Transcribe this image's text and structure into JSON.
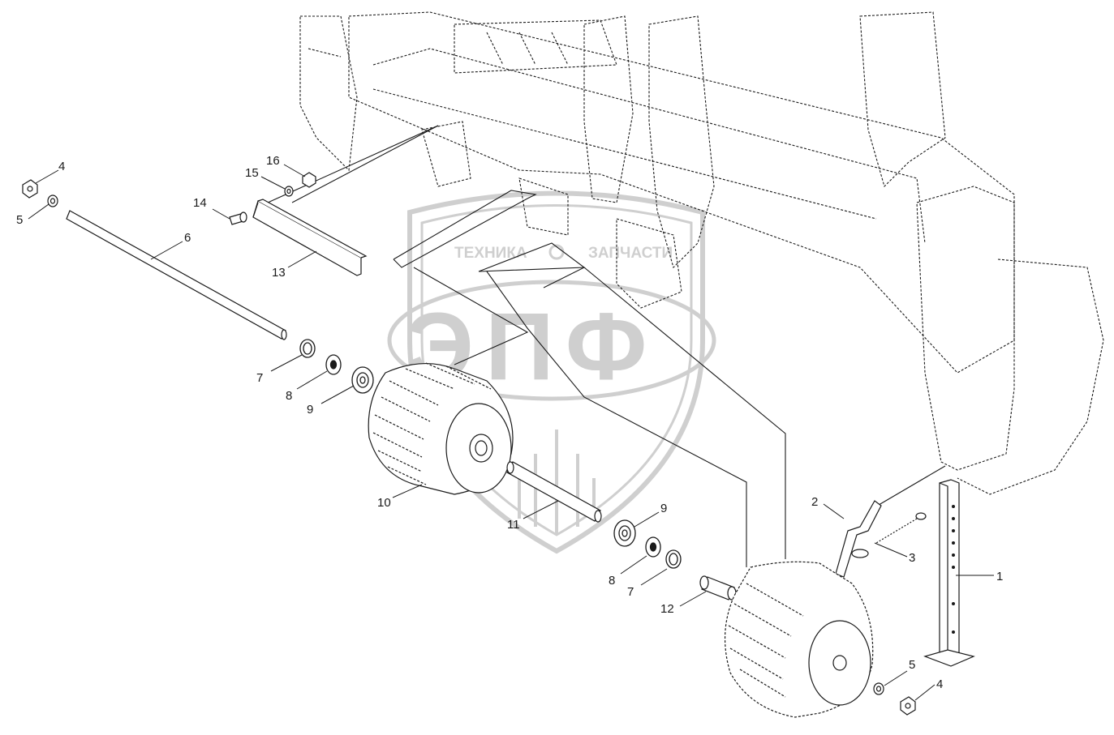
{
  "watermark": {
    "top_left_word": "ТЕХНИКА",
    "top_right_word": "ЗАПЧАСТИ",
    "big_letters": "ЭПФ"
  },
  "callouts": [
    {
      "id": "c1",
      "text": "1"
    },
    {
      "id": "c2",
      "text": "2"
    },
    {
      "id": "c3",
      "text": "3"
    },
    {
      "id": "c4a",
      "text": "4"
    },
    {
      "id": "c4b",
      "text": "4"
    },
    {
      "id": "c5a",
      "text": "5"
    },
    {
      "id": "c5b",
      "text": "5"
    },
    {
      "id": "c6",
      "text": "6"
    },
    {
      "id": "c7a",
      "text": "7"
    },
    {
      "id": "c7b",
      "text": "7"
    },
    {
      "id": "c8a",
      "text": "8"
    },
    {
      "id": "c8b",
      "text": "8"
    },
    {
      "id": "c9a",
      "text": "9"
    },
    {
      "id": "c9b",
      "text": "9"
    },
    {
      "id": "c10",
      "text": "10"
    },
    {
      "id": "c11",
      "text": "11"
    },
    {
      "id": "c12",
      "text": "12"
    },
    {
      "id": "c13",
      "text": "13"
    },
    {
      "id": "c14",
      "text": "14"
    },
    {
      "id": "c15",
      "text": "15"
    },
    {
      "id": "c16",
      "text": "16"
    }
  ],
  "colors": {
    "line": "#1a1a1a",
    "watermark": "#cfcfcf"
  }
}
